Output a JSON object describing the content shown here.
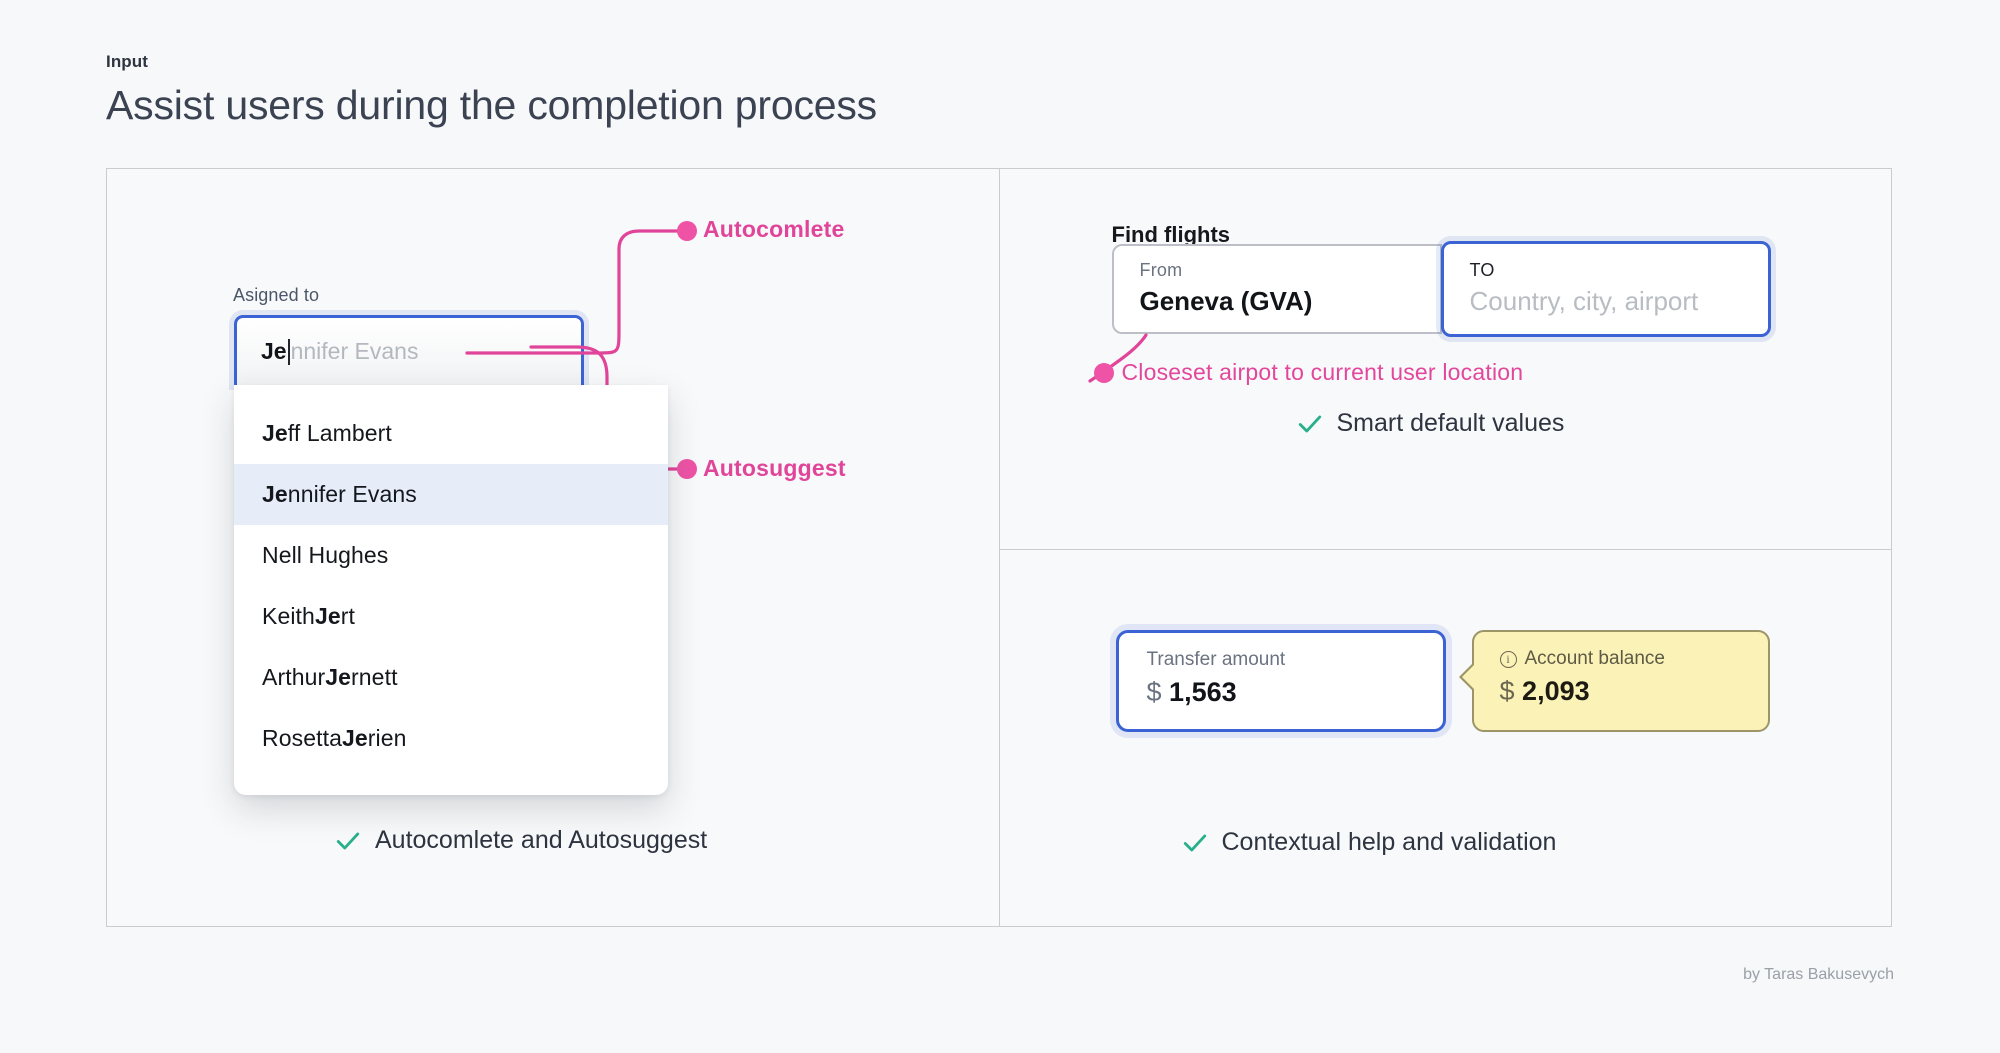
{
  "header": {
    "eyebrow": "Input",
    "title": "Assist users during the completion process"
  },
  "colors": {
    "accent_pink": "#e0459a",
    "focus_blue": "#3b63d4",
    "check_green": "#27b08b",
    "tooltip_yellow": "#fbf2b8",
    "page_bg": "#f7f8f9"
  },
  "left_panel": {
    "field_label": "Asigned to",
    "input": {
      "typed_value": "Je",
      "ghost_completion": "nnifer Evans"
    },
    "options": [
      {
        "bold": "Je",
        "rest": "ff Lambert",
        "highlighted": false
      },
      {
        "bold": "Je",
        "rest": "nnifer Evans",
        "highlighted": true
      },
      {
        "bold": "",
        "rest": "Nell Hughes",
        "highlighted": false
      },
      {
        "bold": "",
        "rest": "Keith ",
        "bold2": "Je",
        "rest2": "rt",
        "highlighted": false
      },
      {
        "bold": "",
        "rest": "Arthur ",
        "bold2": "Je",
        "rest2": "rnett",
        "highlighted": false
      },
      {
        "bold": "",
        "rest": "Rosetta ",
        "bold2": "Je",
        "rest2": "rien",
        "highlighted": false
      }
    ],
    "annotations": [
      {
        "label": "Autocomlete"
      },
      {
        "label": "Autosuggest"
      }
    ],
    "caption": "Autocomlete and Autosuggest"
  },
  "right_top_panel": {
    "section_title": "Find flights",
    "from_field": {
      "caption": "From",
      "value": "Geneva (GVA)"
    },
    "to_field": {
      "caption": "TO",
      "placeholder": "Country, city, airport"
    },
    "annotation": "Closeset airpot to current user location",
    "caption": "Smart default values"
  },
  "right_bottom_panel": {
    "transfer_field": {
      "caption": "Transfer amount",
      "currency": "$",
      "value": "1,563"
    },
    "tooltip": {
      "icon": "info-icon",
      "caption": "Account balance",
      "currency": "$",
      "value": "2,093"
    },
    "caption": "Contextual help and validation"
  },
  "footer": {
    "credit": "by Taras Bakusevych"
  }
}
